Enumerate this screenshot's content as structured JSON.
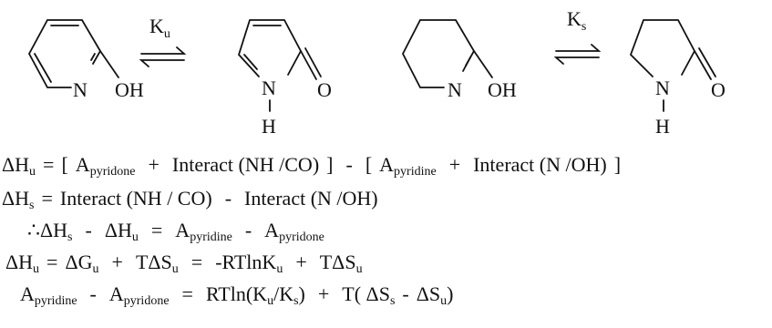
{
  "scheme": {
    "unsat_constant": "K",
    "unsat_constant_sub": "u",
    "sat_constant": "K",
    "sat_constant_sub": "s",
    "n_label": "N",
    "oh_label": "OH",
    "o_label": "O",
    "h_label": "H"
  },
  "equations": {
    "eq1": {
      "lhs": "ΔH",
      "lhs_sub": "u",
      "eq": "=",
      "open1": "[",
      "a1": "A",
      "a1_sub": "pyridone",
      "plus1": "+",
      "int1": "Interact (NH /CO)",
      "close1": "]",
      "minus": "-",
      "open2": "[",
      "a2": "A",
      "a2_sub": "pyridine",
      "plus2": "+",
      "int2": "Interact (N /OH)",
      "close2": "]"
    },
    "eq2": {
      "lhs": "ΔH",
      "lhs_sub": "s",
      "eq": "=",
      "int1": "Interact (NH / CO)",
      "minus": "-",
      "int2": "Interact (N /OH)"
    },
    "eq3": {
      "therefore": "∴",
      "h1": "ΔH",
      "h1_sub": "s",
      "minus1": "-",
      "h2": "ΔH",
      "h2_sub": "u",
      "eq": "=",
      "a1": "A",
      "a1_sub": "pyridine",
      "minus2": "-",
      "a2": "A",
      "a2_sub": "pyridone"
    },
    "eq4": {
      "h": "ΔH",
      "h_sub": "u",
      "eq1": "=",
      "g": "ΔG",
      "g_sub": "u",
      "plus": "+",
      "ts1": "TΔS",
      "ts1_sub": "u",
      "eq2": "=",
      "rt": "-RTlnK",
      "rt_sub": "u",
      "plus2": "+",
      "ts2": "TΔS",
      "ts2_sub": "u"
    },
    "eq5": {
      "a1": "A",
      "a1_sub": "pyridine",
      "minus": "-",
      "a2": "A",
      "a2_sub": "pyridone",
      "eq": "=",
      "rtln": "RTln(K",
      "k1_sub": "u",
      "slash": "/K",
      "k2_sub": "s",
      "close": ")",
      "plus": "+",
      "t": "T( ΔS",
      "s1_sub": "s",
      "minus2": "-",
      "ds": "ΔS",
      "s2_sub": "u",
      "close2": ")"
    }
  },
  "colors": {
    "ink": "#111111",
    "background": "#ffffff"
  }
}
